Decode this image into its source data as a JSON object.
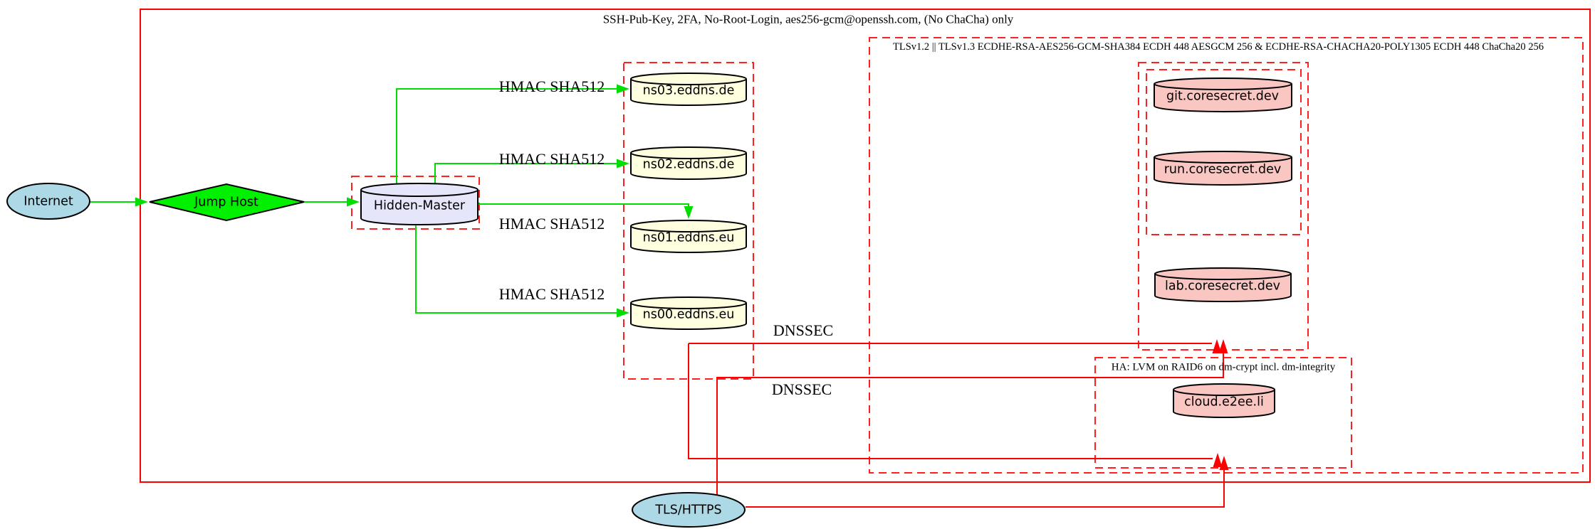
{
  "diagram": {
    "clusters": {
      "ssh": {
        "label": "SSH-Pub-Key, 2FA, No-Root-Login, aes256-gcm@openssh.com, (No ChaCha) only"
      },
      "tls": {
        "label": "TLSv1.2 || TLSv1.3 ECDHE-RSA-AES256-GCM-SHA384 ECDH 448 AESGCM 256 & ECDHE-RSA-CHACHA20-POLY1305 ECDH 448 ChaCha20 256"
      },
      "ha": {
        "label": "HA: LVM on RAID6 on dm-crypt incl. dm-integrity"
      }
    },
    "nodes": {
      "internet": {
        "label": "Internet",
        "shape": "ellipse",
        "fill": "#add8e6"
      },
      "jump_host": {
        "label": "Jump Host",
        "shape": "diamond",
        "fill": "#00f000"
      },
      "hidden_master": {
        "label": "Hidden-Master",
        "shape": "cylinder",
        "fill": "#e6e6fa"
      },
      "ns03": {
        "label": "ns03.eddns.de",
        "shape": "cylinder",
        "fill": "#ffffe0"
      },
      "ns02": {
        "label": "ns02.eddns.de",
        "shape": "cylinder",
        "fill": "#ffffe0"
      },
      "ns01": {
        "label": "ns01.eddns.eu",
        "shape": "cylinder",
        "fill": "#ffffe0"
      },
      "ns00": {
        "label": "ns00.eddns.eu",
        "shape": "cylinder",
        "fill": "#ffffe0"
      },
      "git": {
        "label": "git.coresecret.dev",
        "shape": "cylinder",
        "fill": "#f9c6c2"
      },
      "run": {
        "label": "run.coresecret.dev",
        "shape": "cylinder",
        "fill": "#f9c6c2"
      },
      "lab": {
        "label": "lab.coresecret.dev",
        "shape": "cylinder",
        "fill": "#f9c6c2"
      },
      "cloud": {
        "label": "cloud.e2ee.li",
        "shape": "cylinder",
        "fill": "#f9c6c2"
      },
      "tls_https": {
        "label": "TLS/HTTPS",
        "shape": "ellipse",
        "fill": "#add8e6"
      }
    },
    "edge_labels": {
      "hmac1": "HMAC SHA512",
      "hmac2": "HMAC SHA512",
      "hmac3": "HMAC SHA512",
      "hmac4": "HMAC SHA512",
      "dnssec1": "DNSSEC",
      "dnssec2": "DNSSEC"
    },
    "colors": {
      "edge_secure_transfer": "#00dd00",
      "edge_public": "#ff0000",
      "cluster_border": "#ff1f1f",
      "node_border": "#000000",
      "background": "#ffffff"
    }
  }
}
